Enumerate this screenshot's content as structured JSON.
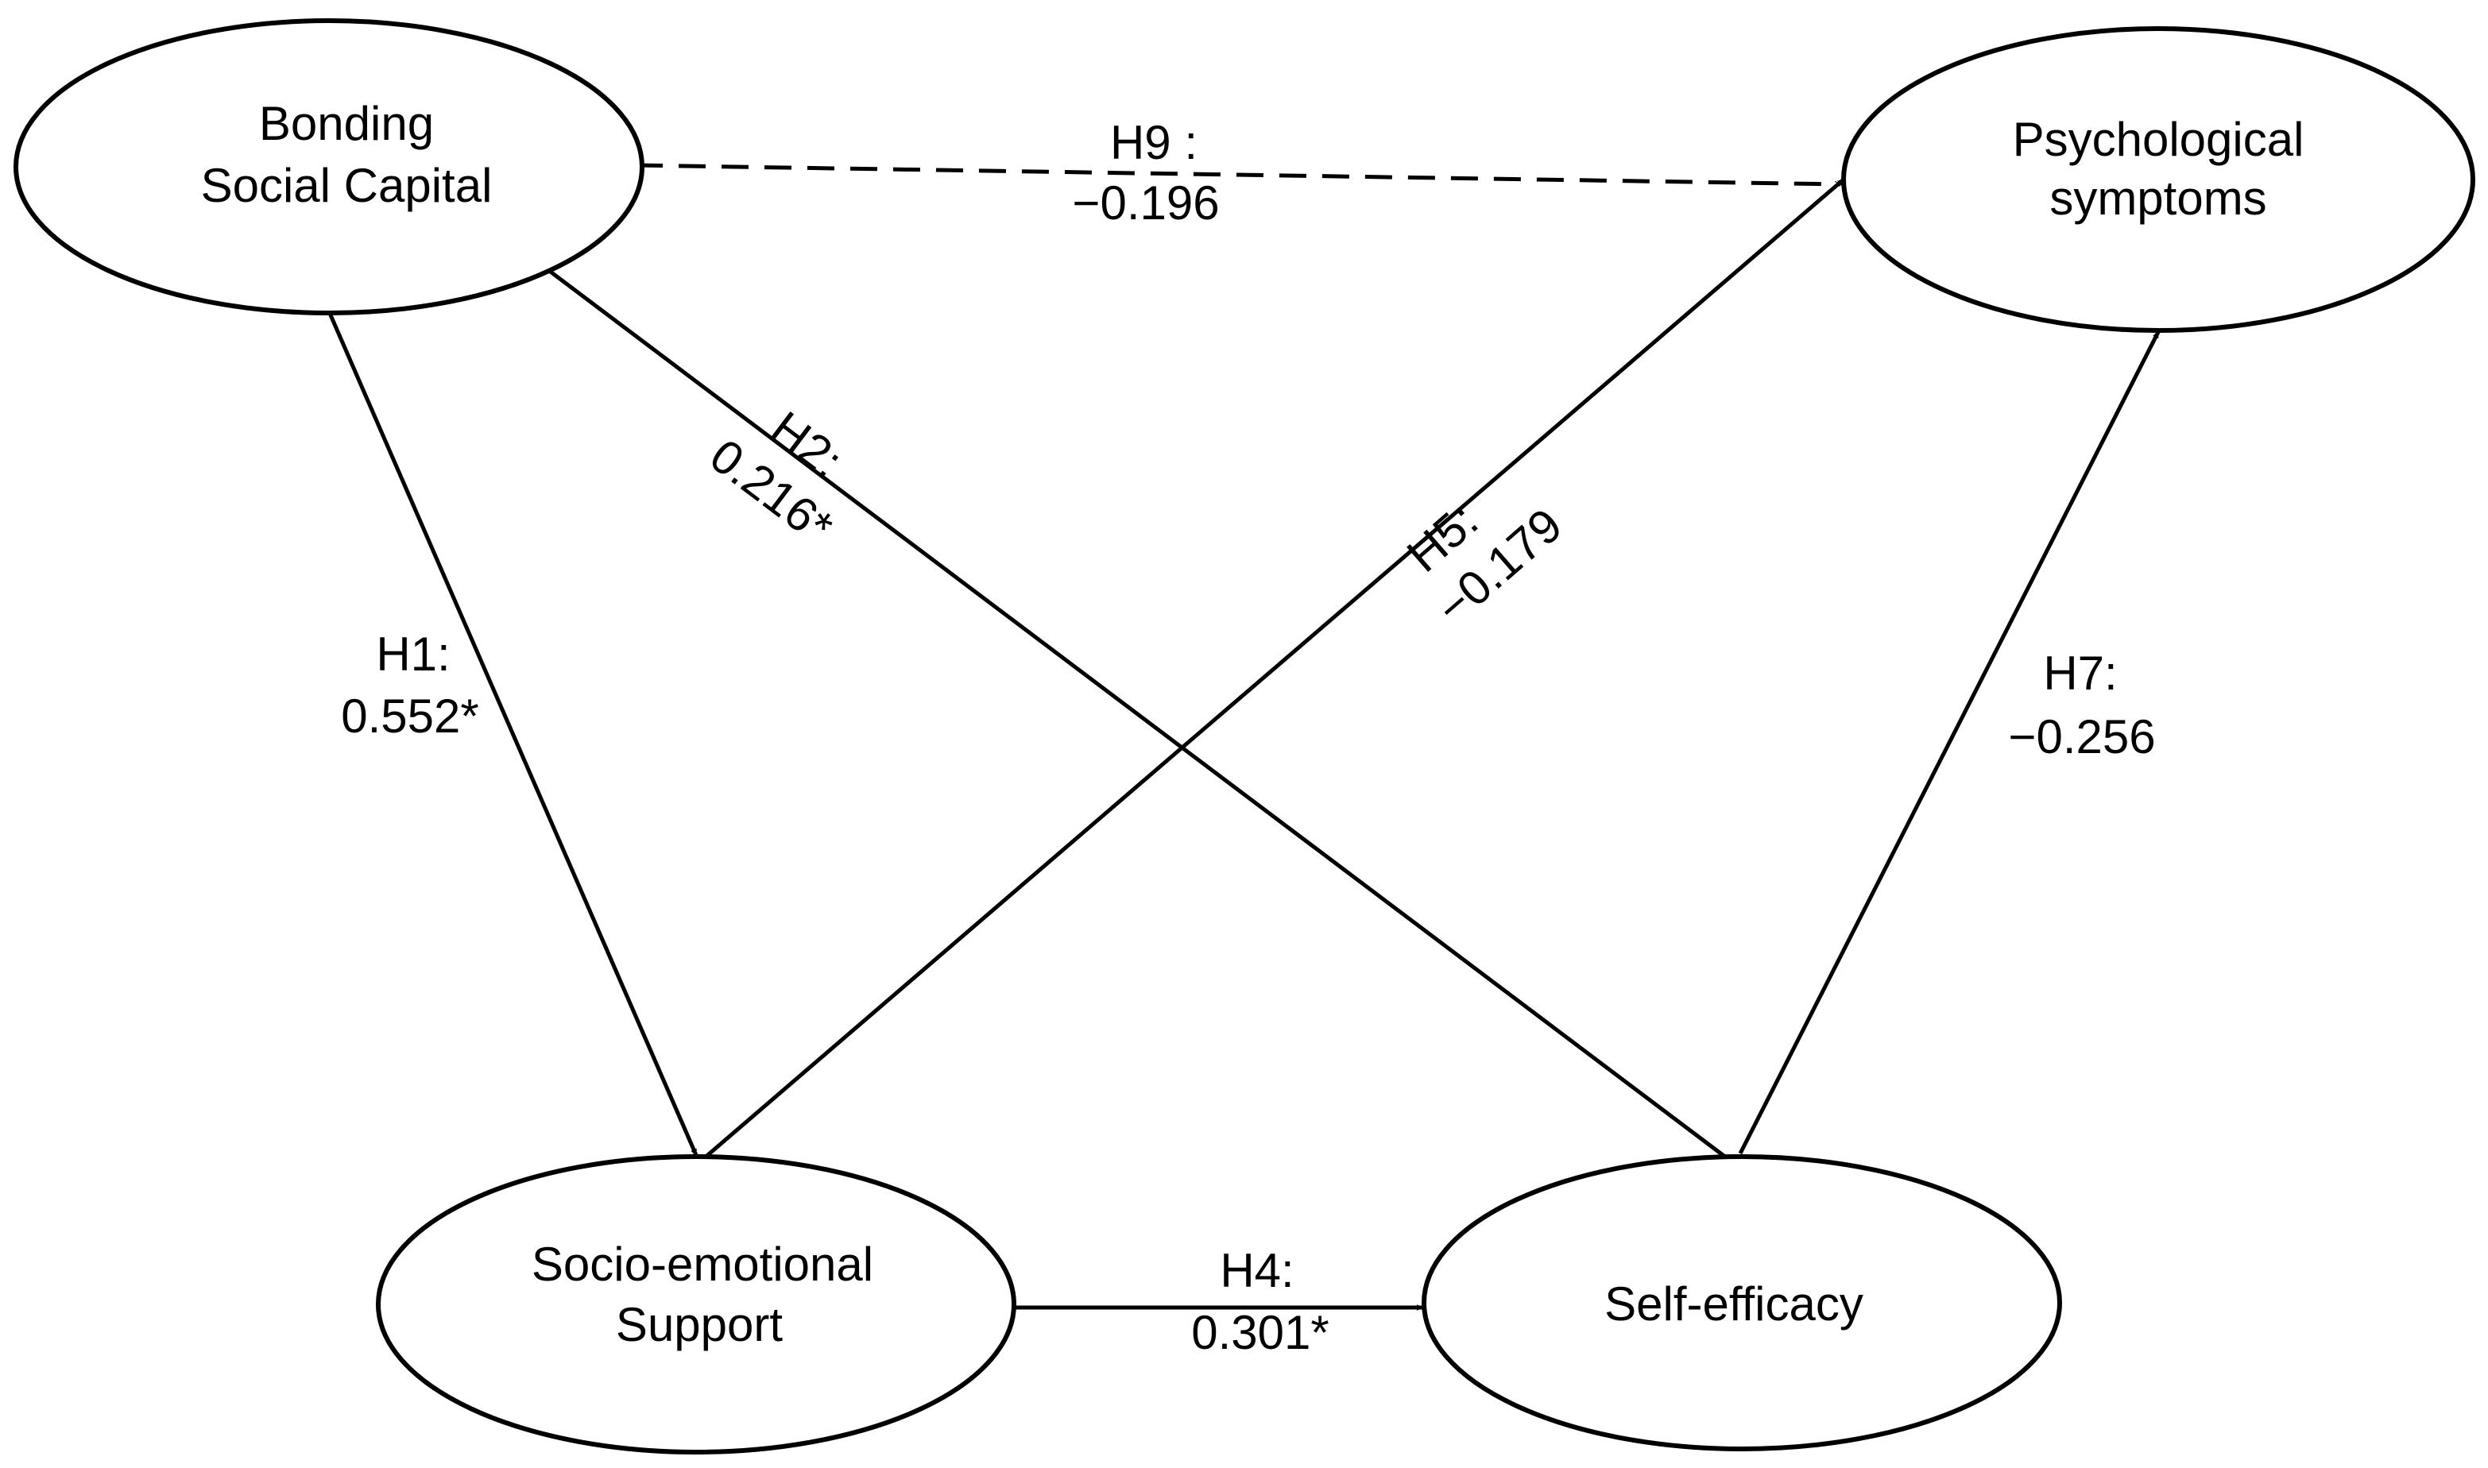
{
  "nodes": {
    "bonding": {
      "line1": "Bonding",
      "line2": "Social Capital"
    },
    "psych": {
      "line1": "Psychological",
      "line2": "symptoms"
    },
    "support": {
      "line1": "Socio-emotional",
      "line2": "Support"
    },
    "efficacy": {
      "line1": "Self-efficacy"
    }
  },
  "edges": {
    "h1": {
      "hypothesis": "H1:",
      "coefficient": "0.552*",
      "from": "Bonding Social Capital",
      "to": "Socio-emotional Support",
      "significant": true
    },
    "h2": {
      "hypothesis": "H2:",
      "coefficient": "0.216*",
      "from": "Bonding Social Capital",
      "to": "Self-efficacy",
      "significant": true
    },
    "h4": {
      "hypothesis": "H4:",
      "coefficient": "0.301*",
      "from": "Socio-emotional Support",
      "to": "Self-efficacy",
      "significant": true
    },
    "h5": {
      "hypothesis": "H5:",
      "coefficient": "−0.179",
      "from": "Socio-emotional Support",
      "to": "Psychological symptoms",
      "significant": false
    },
    "h7": {
      "hypothesis": "H7:",
      "coefficient": "−0.256",
      "from": "Self-efficacy",
      "to": "Psychological symptoms",
      "significant": false
    },
    "h9": {
      "hypothesis": "H9 :",
      "coefficient": "−0.196",
      "from": "Bonding Social Capital",
      "to": "Psychological symptoms",
      "significant": false,
      "style": "dashed"
    }
  },
  "colors": {
    "stroke": "#000000",
    "background": "#ffffff"
  }
}
